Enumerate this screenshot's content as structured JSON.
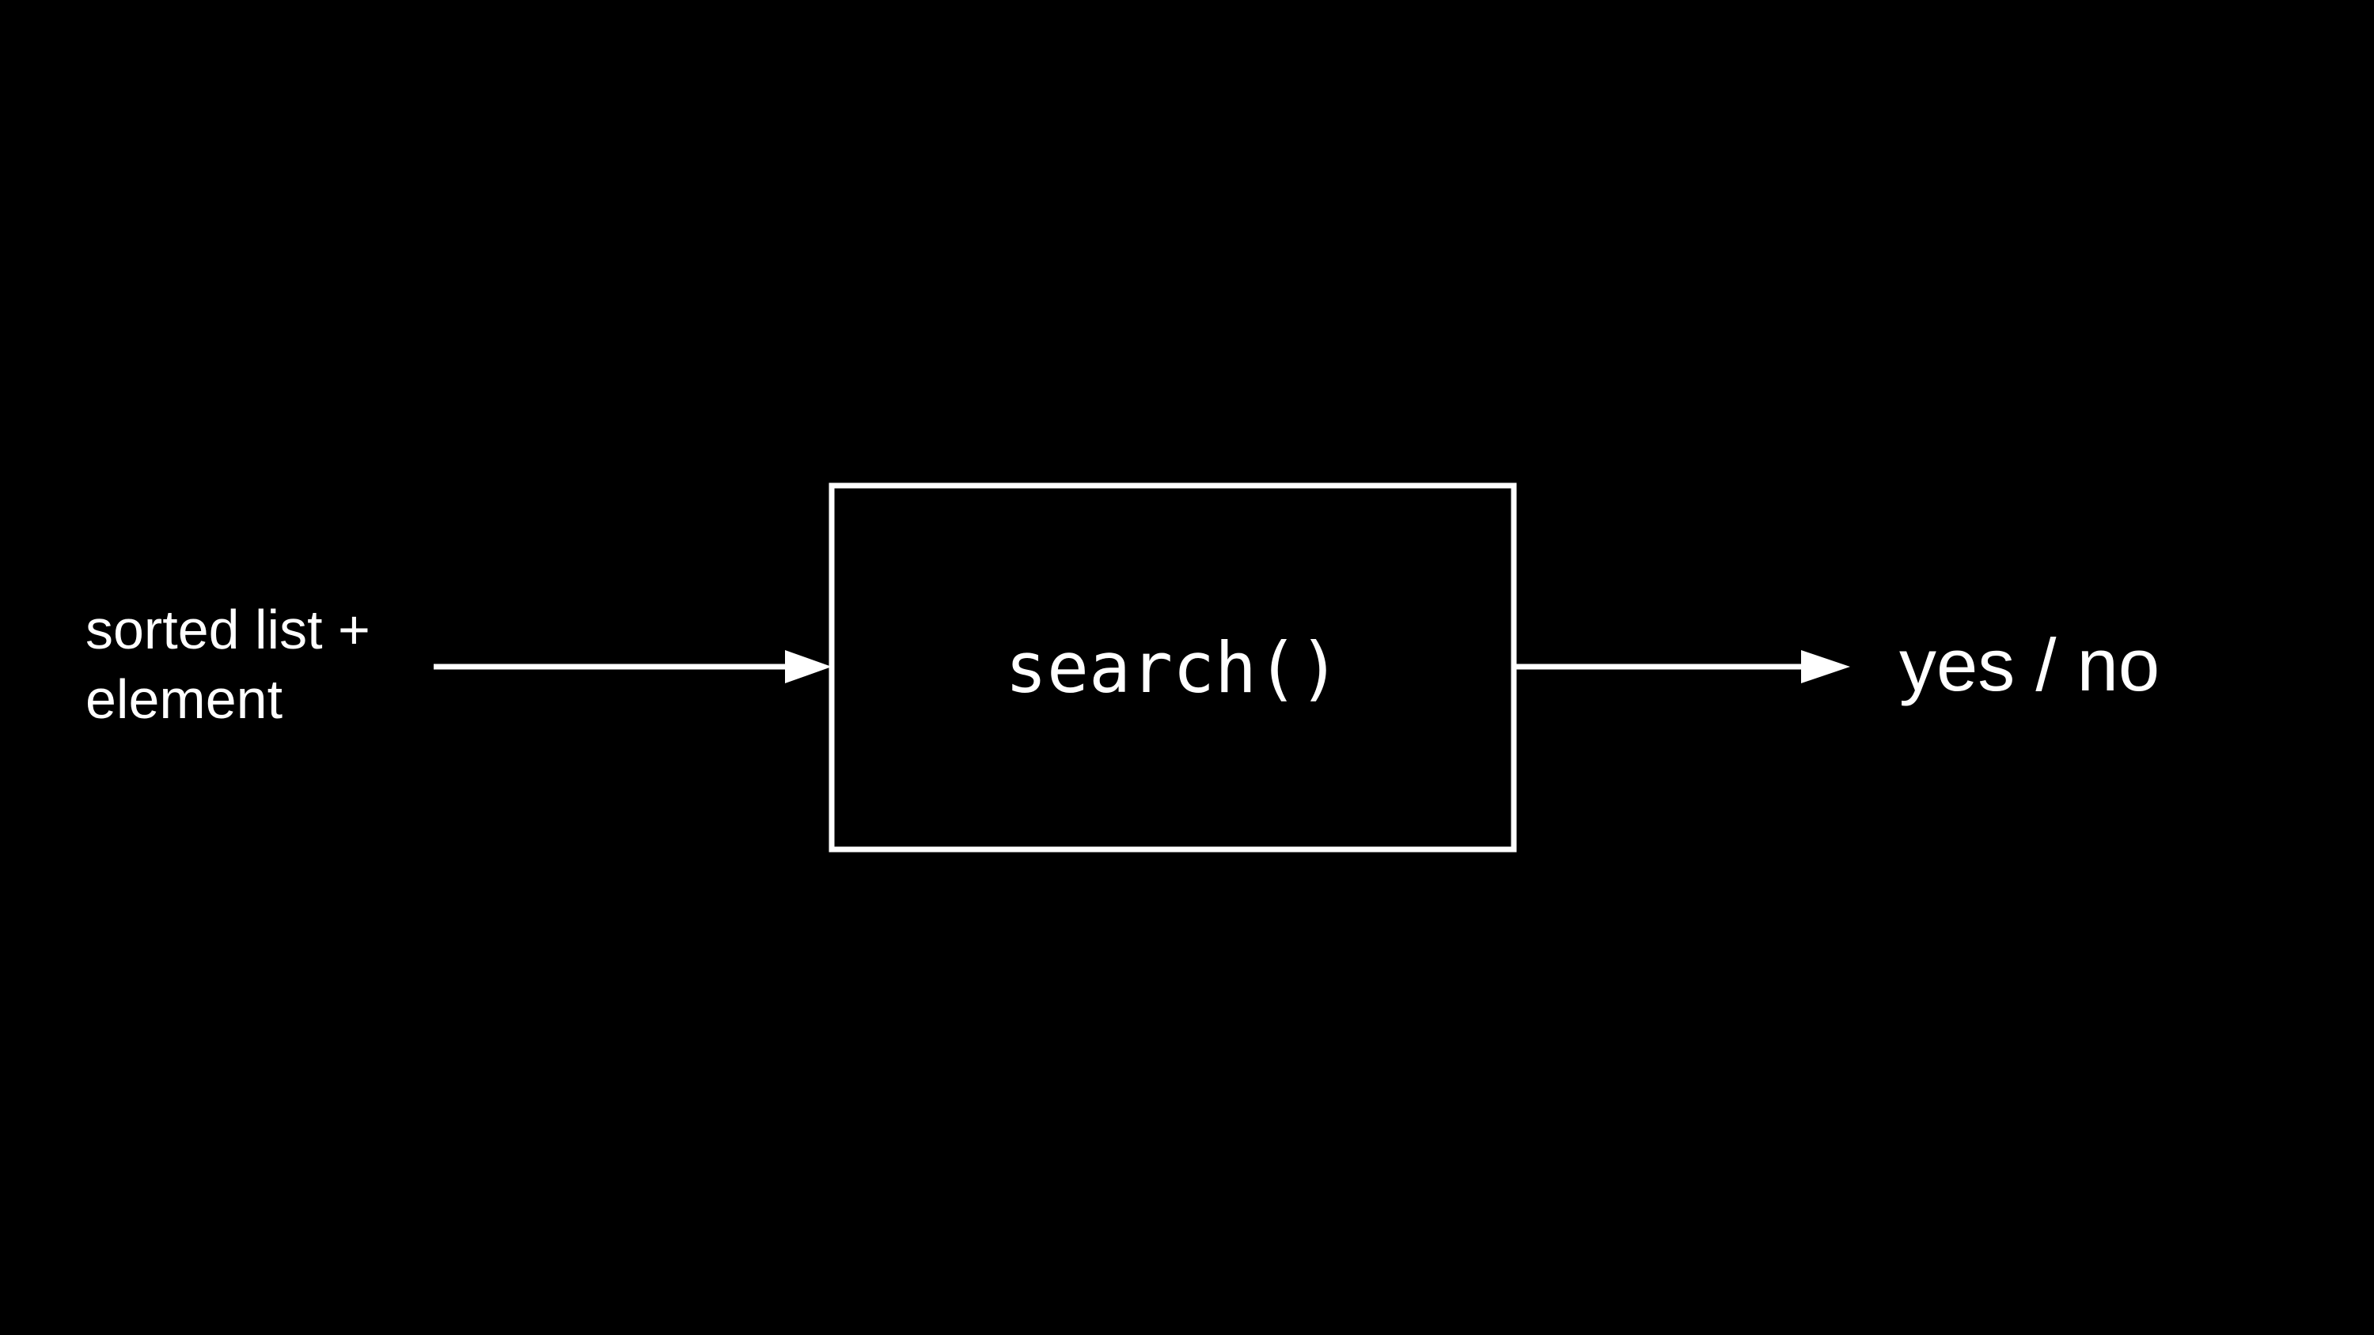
{
  "diagram": {
    "input_line1": "sorted list +",
    "input_line2": "element",
    "function": "search()",
    "output": "yes / no",
    "colors": {
      "background": "#000000",
      "foreground": "#ffffff"
    }
  }
}
